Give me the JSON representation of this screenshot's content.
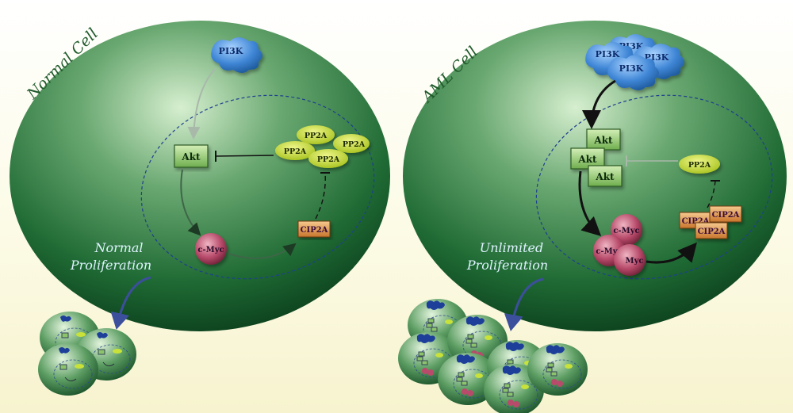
{
  "normal": {
    "title": "Normal Cell",
    "pi3k": "PI3K",
    "akt": "Akt",
    "pp2a": [
      "PP2A",
      "PP2A",
      "PP2A",
      "PP2A"
    ],
    "cmyc": "c-Myc",
    "cip2a": "CIP2A",
    "proliferation": [
      "Normal",
      "Proliferation"
    ]
  },
  "aml": {
    "title": "AML Cell",
    "pi3k": [
      "PI3K",
      "PI3K",
      "PI3K",
      "PI3K"
    ],
    "akt": [
      "Akt",
      "Akt",
      "Akt"
    ],
    "pp2a": "PP2A",
    "cmyc": [
      "c-Myc",
      "c-Myc",
      "Myc"
    ],
    "cip2a": [
      "CIP2A",
      "CIP2A",
      "CIP2A"
    ],
    "proliferation": [
      "Unlimited",
      "Proliferation"
    ]
  },
  "colors": {
    "cell_dark": "#0d4a22",
    "cell_light": "#cfe9c6",
    "pi3k_blue": "#2b6fc4",
    "akt_green": "#9ed27a",
    "pp2a_yellow": "#c8e23a",
    "cmyc_red": "#b94a6a",
    "cip2a_orange": "#e59a45"
  }
}
